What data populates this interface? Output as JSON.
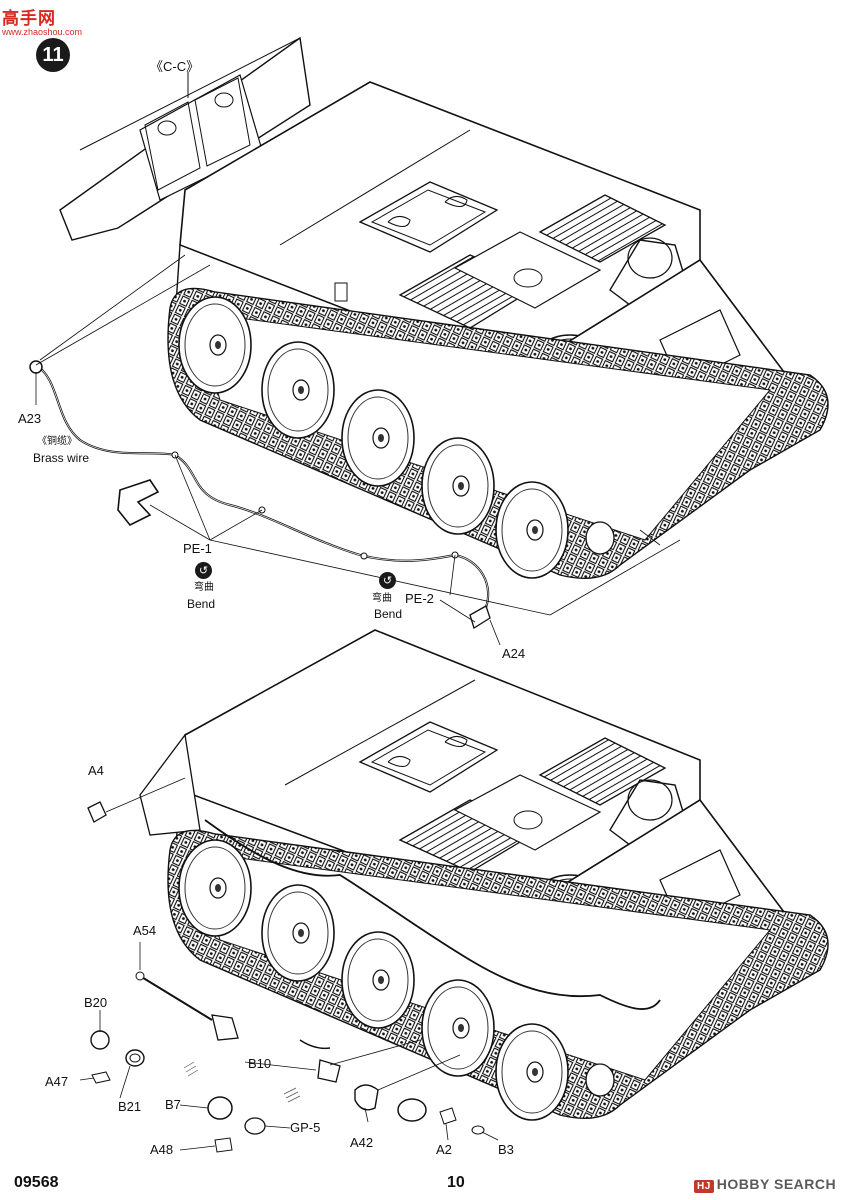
{
  "watermark_top": {
    "chinese": "高手网",
    "url": "www.zhaoshou.com"
  },
  "step": {
    "number": "11"
  },
  "section_ref": "《C-C》",
  "labels": {
    "a23": "A23",
    "brass_wire_cn": "《铜缆》",
    "brass_wire_en": "Brass wire",
    "pe1": "PE-1",
    "pe2": "PE-2",
    "bend1_cn": "弯曲",
    "bend1_en": "Bend",
    "bend2_cn": "弯曲",
    "bend2_en": "Bend",
    "a24": "A24",
    "a4": "A4",
    "a54": "A54",
    "b20": "B20",
    "a47": "A47",
    "b21": "B21",
    "b10": "B10",
    "b7": "B7",
    "gp5": "GP-5",
    "a48": "A48",
    "a42": "A42",
    "a2": "A2",
    "b3": "B3"
  },
  "footer": {
    "kit_number": "09568",
    "page_number": "10"
  },
  "watermark_bottom": {
    "logo": "HJ",
    "text": "HOBBY SEARCH"
  },
  "colors": {
    "ink": "#111111",
    "watermark_red": "#d62a20",
    "watermark_gray": "#5a5a5a"
  }
}
